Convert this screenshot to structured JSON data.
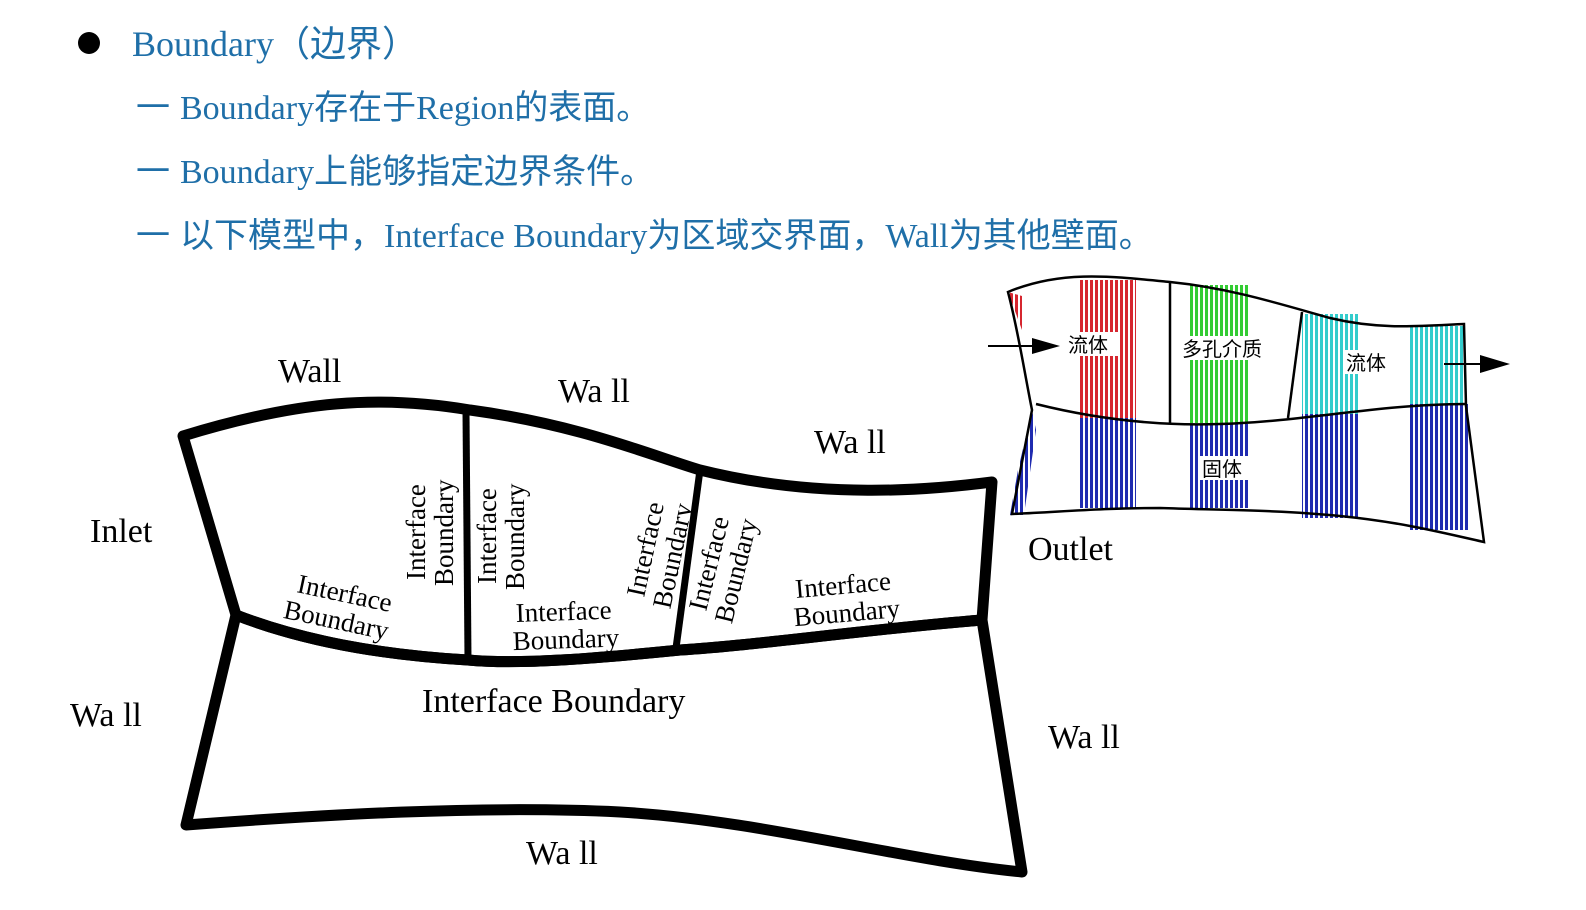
{
  "bullets": {
    "title": "Boundary（边界）",
    "dash": "一",
    "items": [
      "Boundary存在于Region的表面。",
      "Boundary上能够指定边界条件。",
      "以下模型中，Interface Boundary为区域交界面，Wall为其他壁面。"
    ]
  },
  "main_diagram": {
    "wall_top_left": "Wall",
    "wall_top_mid": "Wa ll",
    "wall_top_right": "Wa ll",
    "inlet": "Inlet",
    "wall_left": "Wa ll",
    "wall_right": "Wa ll",
    "wall_bottom": "Wa ll",
    "interface_line1": "Interface",
    "interface_line2": "Boundary",
    "interface_horizontal": "Interface Boundary"
  },
  "small_diagram": {
    "outlet": "Outlet",
    "fluid_left": "流体",
    "porous": "多孔介质",
    "fluid_right": "流体",
    "solid": "固体",
    "colors": {
      "red": "#d6262f",
      "green": "#33cc33",
      "cyan": "#33cccc",
      "blue": "#1f2bb0"
    }
  }
}
